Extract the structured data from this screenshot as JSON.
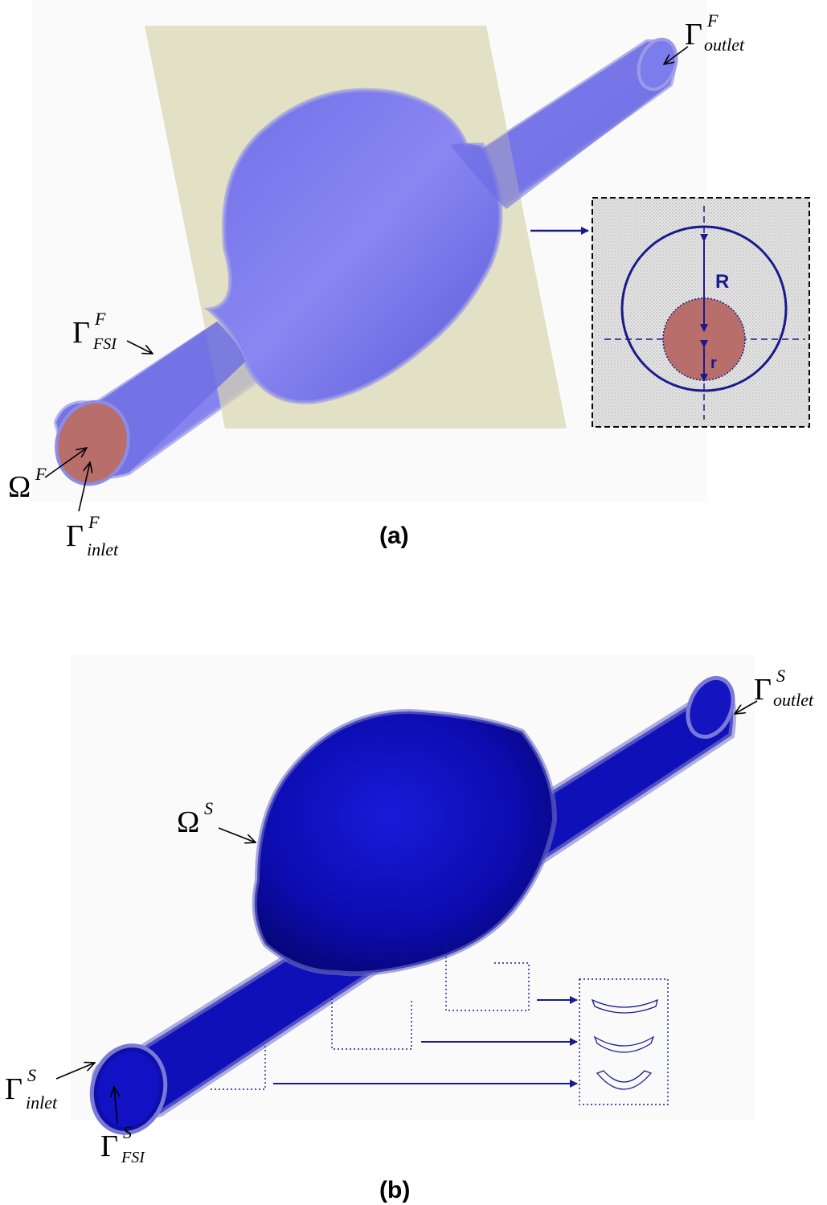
{
  "panel_a": {
    "caption": "(a)",
    "labels": {
      "omega": {
        "symbol": "Ω",
        "sup": "F"
      },
      "inlet": {
        "symbol": "Γ",
        "sup": "F",
        "sub": "inlet"
      },
      "fsi": {
        "symbol": "Γ",
        "sup": "F",
        "sub": "FSI"
      },
      "outlet": {
        "symbol": "Γ",
        "sup": "F",
        "sub": "outlet"
      }
    },
    "cross_section": {
      "outer_label": "R",
      "inner_label": "r"
    },
    "colors": {
      "fluid": "#7f7ff0",
      "plane": "#d8d6b0",
      "section_fill": "#b86e6a",
      "dims": "#1a1a8c"
    }
  },
  "panel_b": {
    "caption": "(b)",
    "labels": {
      "omega": {
        "symbol": "Ω",
        "sup": "S"
      },
      "inlet": {
        "symbol": "Γ",
        "sup": "S",
        "sub": "inlet"
      },
      "fsi": {
        "symbol": "Γ",
        "sup": "S",
        "sub": "FSI"
      },
      "outlet": {
        "symbol": "Γ",
        "sup": "S",
        "sub": "outlet"
      }
    },
    "colors": {
      "solid": "#1010b8",
      "callout": "#1a1a8c"
    }
  }
}
